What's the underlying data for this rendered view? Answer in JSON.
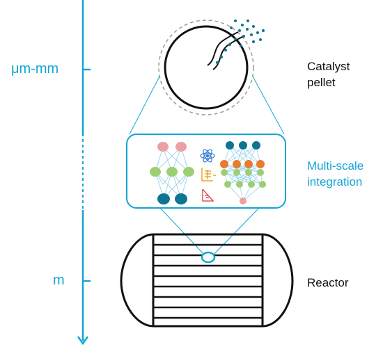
{
  "scale_axis": {
    "top_label": "μm-mm",
    "bottom_label": "m"
  },
  "labels": {
    "catalyst_line1": "Catalyst",
    "catalyst_line2": "pellet",
    "integration_line1": "Multi-scale",
    "integration_line2": "integration",
    "reactor": "Reactor"
  },
  "colors": {
    "accent": "#12a6d3",
    "outline": "#111111",
    "pink_node": "#eba0a4",
    "green_node": "#9ccf73",
    "blue_node": "#0e7491",
    "orange_node": "#ea7a2e",
    "atom_icon": "#3a7fd0",
    "chart_icon": "#e9a825",
    "triangle_icon": "#d6393d",
    "dotted_ring": "#9a9a9a"
  },
  "icons": {
    "atom": "atom-icon",
    "chart": "chart-icon",
    "triangle": "triangle-icon"
  }
}
